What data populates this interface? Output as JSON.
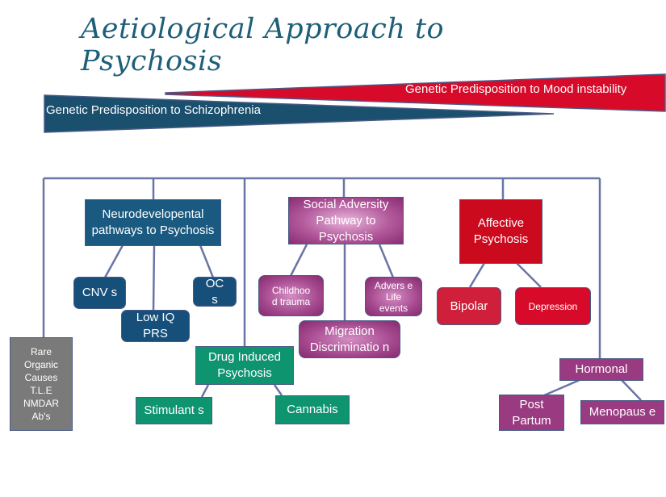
{
  "title": "Aetiological Approach to Psychosis",
  "wedges": {
    "mood": "Genetic  Predisposition to Mood instability",
    "schizophrenia": "Genetic  Predisposition to Schizophrenia"
  },
  "nodes": {
    "neurodevelopmental": "Neurodevelopental pathways to Psychosis",
    "cnvs": "CNV s",
    "ocs": "OC s",
    "low_iq_prs": "Low IQ PRS",
    "social_adversity": "Social Adversity Pathway to Psychosis",
    "childhood_trauma": "Childhoo d trauma",
    "adverse_life_events": "Advers e Life events",
    "migration": "Migration Discriminatio n",
    "affective": "Affective Psychosis",
    "bipolar": "Bipolar",
    "depression": "Depression",
    "rare_organic": "Rare Organic Causes T.L.E NMDAR Ab's",
    "drug_induced": "Drug Induced Psychosis",
    "stimulants": "Stimulant s",
    "cannabis": "Cannabis",
    "hormonal": "Hormonal",
    "post_partum": "Post Partum",
    "menopause": "Menopaus e"
  },
  "colors": {
    "title": "#1d5f78",
    "mood_wedge": "#d80a2a",
    "schizophrenia_wedge": "#1a4f6e",
    "connector": "#6b74a6"
  }
}
